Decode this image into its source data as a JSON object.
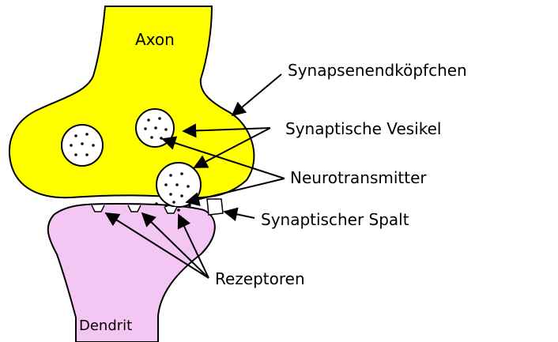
{
  "colors": {
    "axon_fill": "#ffff00",
    "dendrite_fill": "#f4c6f4",
    "outline": "#000000",
    "vesicle_fill": "#ffffff"
  },
  "labels": {
    "axon": "Axon",
    "terminal": "Synapsenendköpfchen",
    "vesicles": "Synaptische Vesikel",
    "neurotransmitter": "Neurotransmitter",
    "cleft": "Synaptischer Spalt",
    "receptors": "Rezeptoren",
    "dendrite": "Dendrit"
  }
}
